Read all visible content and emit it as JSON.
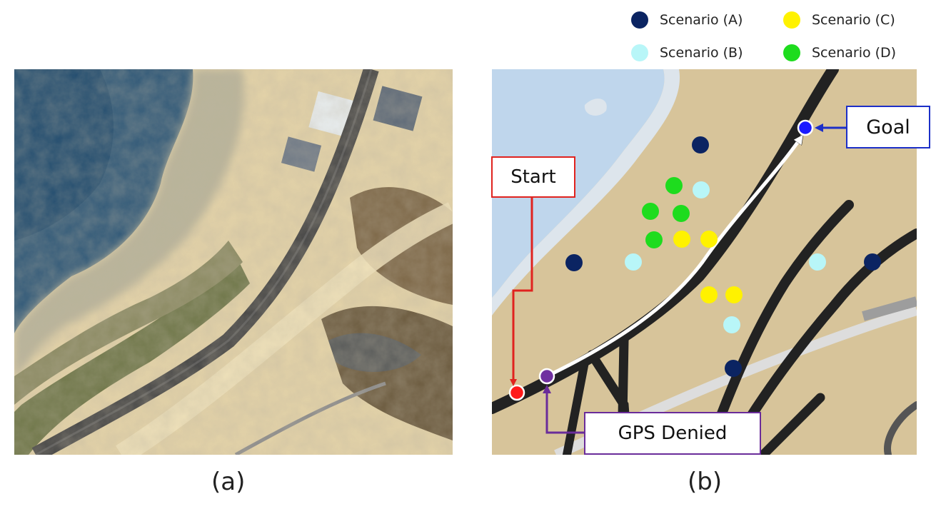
{
  "panels": {
    "a": {
      "caption": "(a)"
    },
    "b": {
      "caption": "(b)"
    }
  },
  "legend": [
    {
      "label": "Scenario (A)",
      "color": "#0b2462"
    },
    {
      "label": "Scenario (C)",
      "color": "#fff200"
    },
    {
      "label": "Scenario (B)",
      "color": "#b8f6f8"
    },
    {
      "label": "Scenario (D)",
      "color": "#1edc1e"
    }
  ],
  "callouts": {
    "start": "Start",
    "goal": "Goal",
    "gps_denied": "GPS Denied"
  },
  "colors": {
    "start_marker": "#ff1a1a",
    "goal_marker": "#1a1aff",
    "gps_marker": "#7030a0",
    "ground": "#d7c49a",
    "water": "#bdd5ea",
    "road": "#222222"
  }
}
